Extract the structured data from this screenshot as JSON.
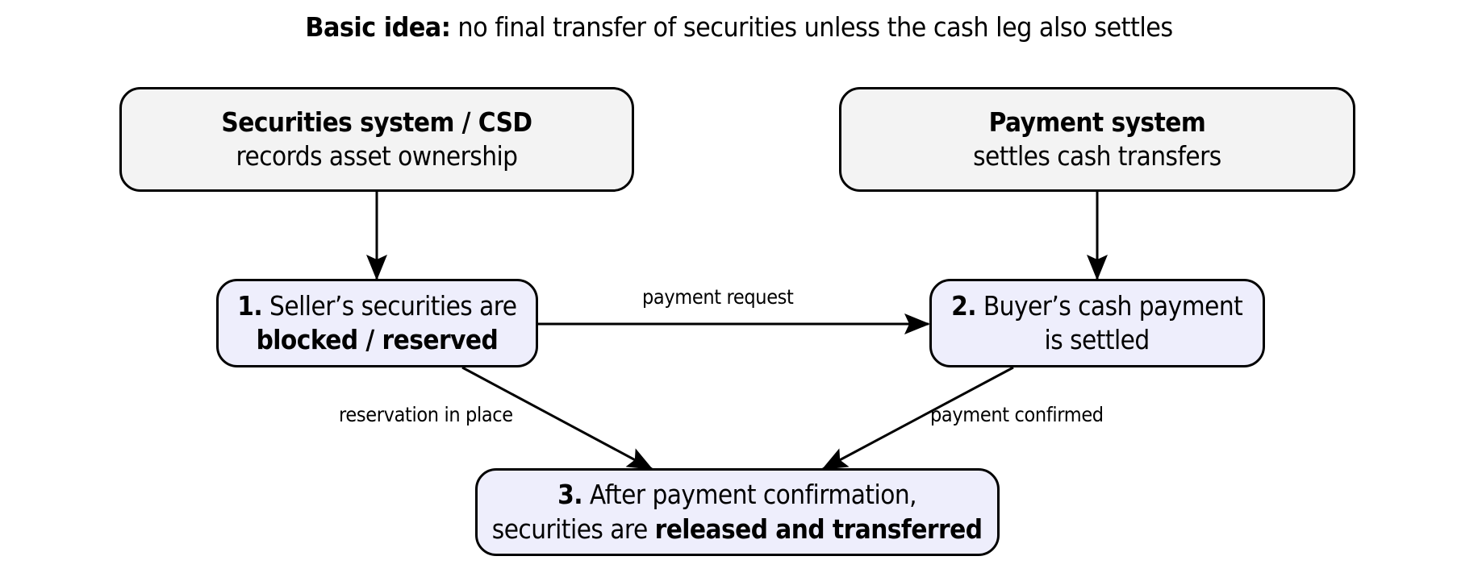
{
  "title": {
    "bold": "Basic idea:",
    "text": " no final transfer of securities unless the cash leg also settles"
  },
  "colors": {
    "system_fill": "#f3f3f3",
    "step_fill": "#eeeefc",
    "stroke": "#000000"
  },
  "nodes": {
    "csd": {
      "title": "Securities system / CSD",
      "subtitle": "records asset ownership"
    },
    "payment_system": {
      "title": "Payment system",
      "subtitle": "settles cash transfers"
    },
    "step1": {
      "num": "1.",
      "line1": " Seller’s securities are",
      "line2_bold_a": "blocked",
      "line2_sep": " / ",
      "line2_bold_b": "reserved"
    },
    "step2": {
      "num": "2.",
      "line1": " Buyer’s cash payment",
      "line2": "is settled"
    },
    "step3": {
      "num": "3.",
      "line1": " After payment confirmation,",
      "line2_plain": "securities are ",
      "line2_bold": "released and transferred"
    }
  },
  "edges": [
    {
      "from": "csd",
      "to": "step1",
      "label": ""
    },
    {
      "from": "payment_system",
      "to": "step2",
      "label": ""
    },
    {
      "from": "step1",
      "to": "step2",
      "label": "payment request"
    },
    {
      "from": "step1",
      "to": "step3",
      "label": "reservation in place"
    },
    {
      "from": "step2",
      "to": "step3",
      "label": "payment confirmed"
    }
  ]
}
